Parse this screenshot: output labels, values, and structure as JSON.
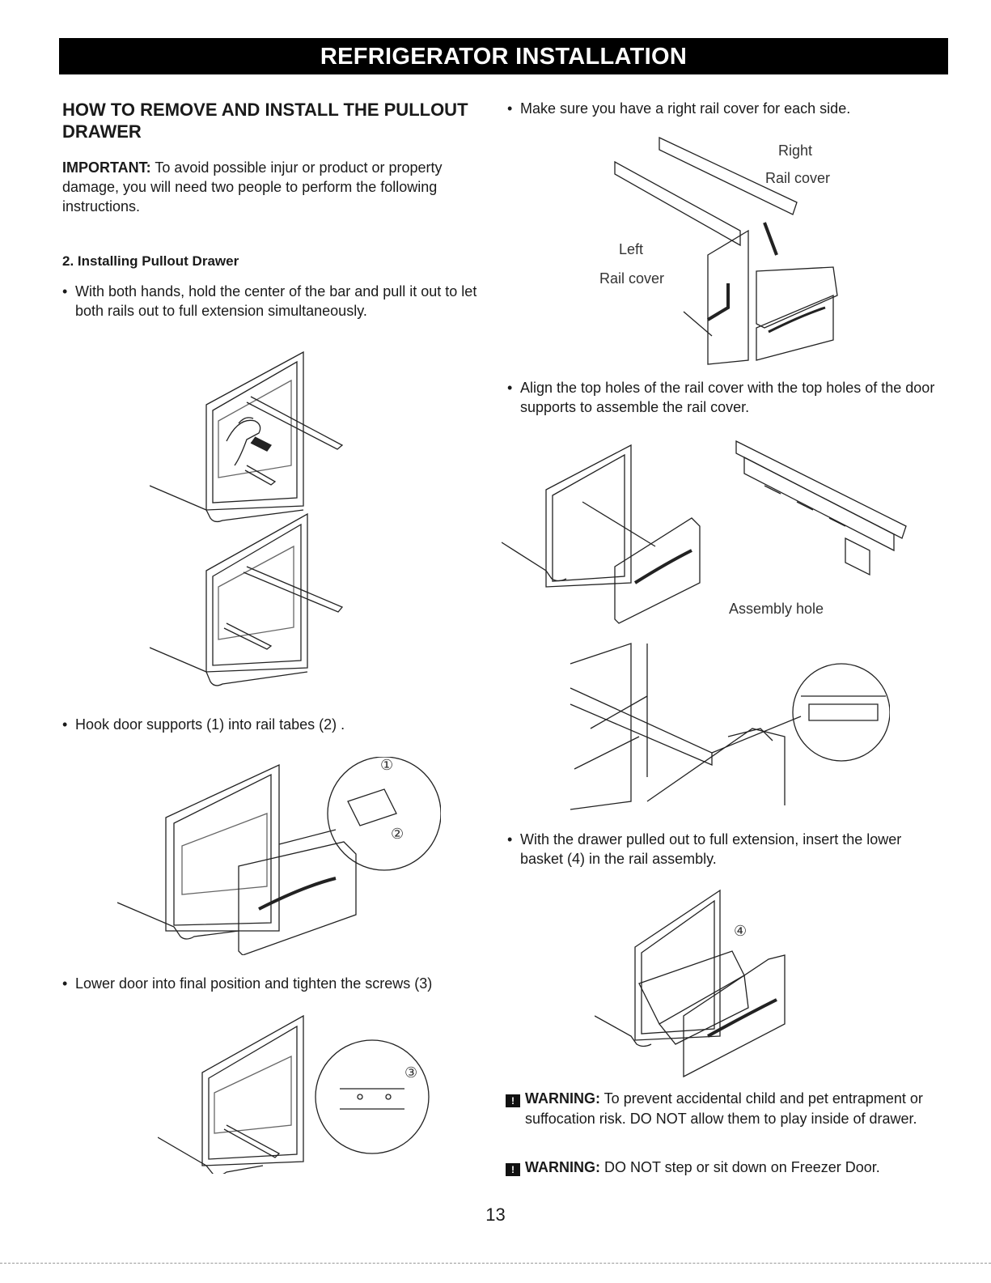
{
  "header": {
    "title": "REFRIGERATOR INSTALLATION"
  },
  "section": {
    "title": "HOW TO REMOVE AND INSTALL THE PULLOUT DRAWER"
  },
  "important": {
    "label": "IMPORTANT:",
    "text": " To avoid possible injur or product or property damage, you will need two people to perform the following instructions."
  },
  "step": {
    "heading": "2. Installing Pullout Drawer"
  },
  "left_bullets": [
    {
      "dot": "•",
      "text": "With both hands, hold the center of the bar and pull it out to let both rails out to full extension simultaneously."
    },
    {
      "dot": "•",
      "text": "Hook door supports (1) into rail tabes (2) ."
    },
    {
      "dot": "•",
      "text": "Lower door into final position and tighten the screws (3)"
    }
  ],
  "right_bullets": [
    {
      "dot": "•",
      "text": "Make sure you have a right rail cover for each side."
    },
    {
      "dot": "•",
      "text": "Align the top holes of the rail cover with the top holes of the door supports to assemble the rail cover."
    },
    {
      "dot": "•",
      "text": "With the drawer pulled out to full extension, insert the lower basket (4) in the rail assembly."
    }
  ],
  "callouts": {
    "right_line1": "Right",
    "right_line2": "Rail cover",
    "left_line1": "Left",
    "left_line2": "Rail cover",
    "assembly_hole": "Assembly hole",
    "num1": "①",
    "num2": "②",
    "num3": "③",
    "num4": "④"
  },
  "warnings": [
    {
      "icon": "!",
      "label": "WARNING:",
      "text": " To prevent accidental child and pet entrapment or suffocation risk. DO NOT allow them to play inside of drawer."
    },
    {
      "icon": "!",
      "label": "WARNING:",
      "text": " DO NOT step or sit down on Freezer Door."
    }
  ],
  "page": {
    "number": "13"
  }
}
